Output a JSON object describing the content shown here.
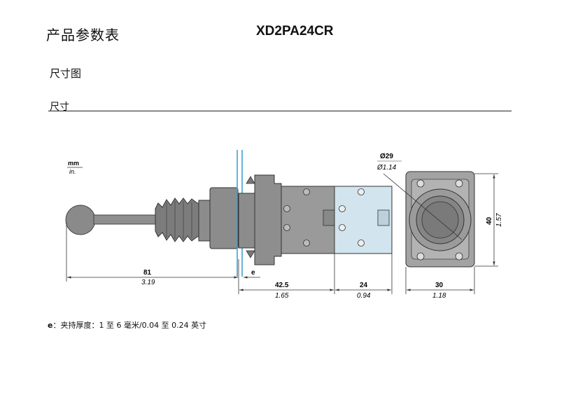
{
  "header": {
    "title": "产品参数表",
    "model": "XD2PA24CR"
  },
  "sections": {
    "drawing_title": "尺寸图",
    "dimensions_title": "尺寸"
  },
  "units": {
    "mm": "mm",
    "in": "in."
  },
  "dims": {
    "d_mm": "Ø29",
    "d_in": "Ø1.14",
    "l81_mm": "81",
    "l81_in": "3.19",
    "e": "e",
    "l42_mm": "42.5",
    "l42_in": "1.65",
    "l24_mm": "24",
    "l24_in": "0.94",
    "w30_mm": "30",
    "w30_in": "1.18",
    "h40_mm": "40",
    "h40_in": "1.57"
  },
  "note": {
    "label": "e",
    "text": "：夹持厚度：1 至 6 毫米/0.04 至 0.24 英寸"
  }
}
